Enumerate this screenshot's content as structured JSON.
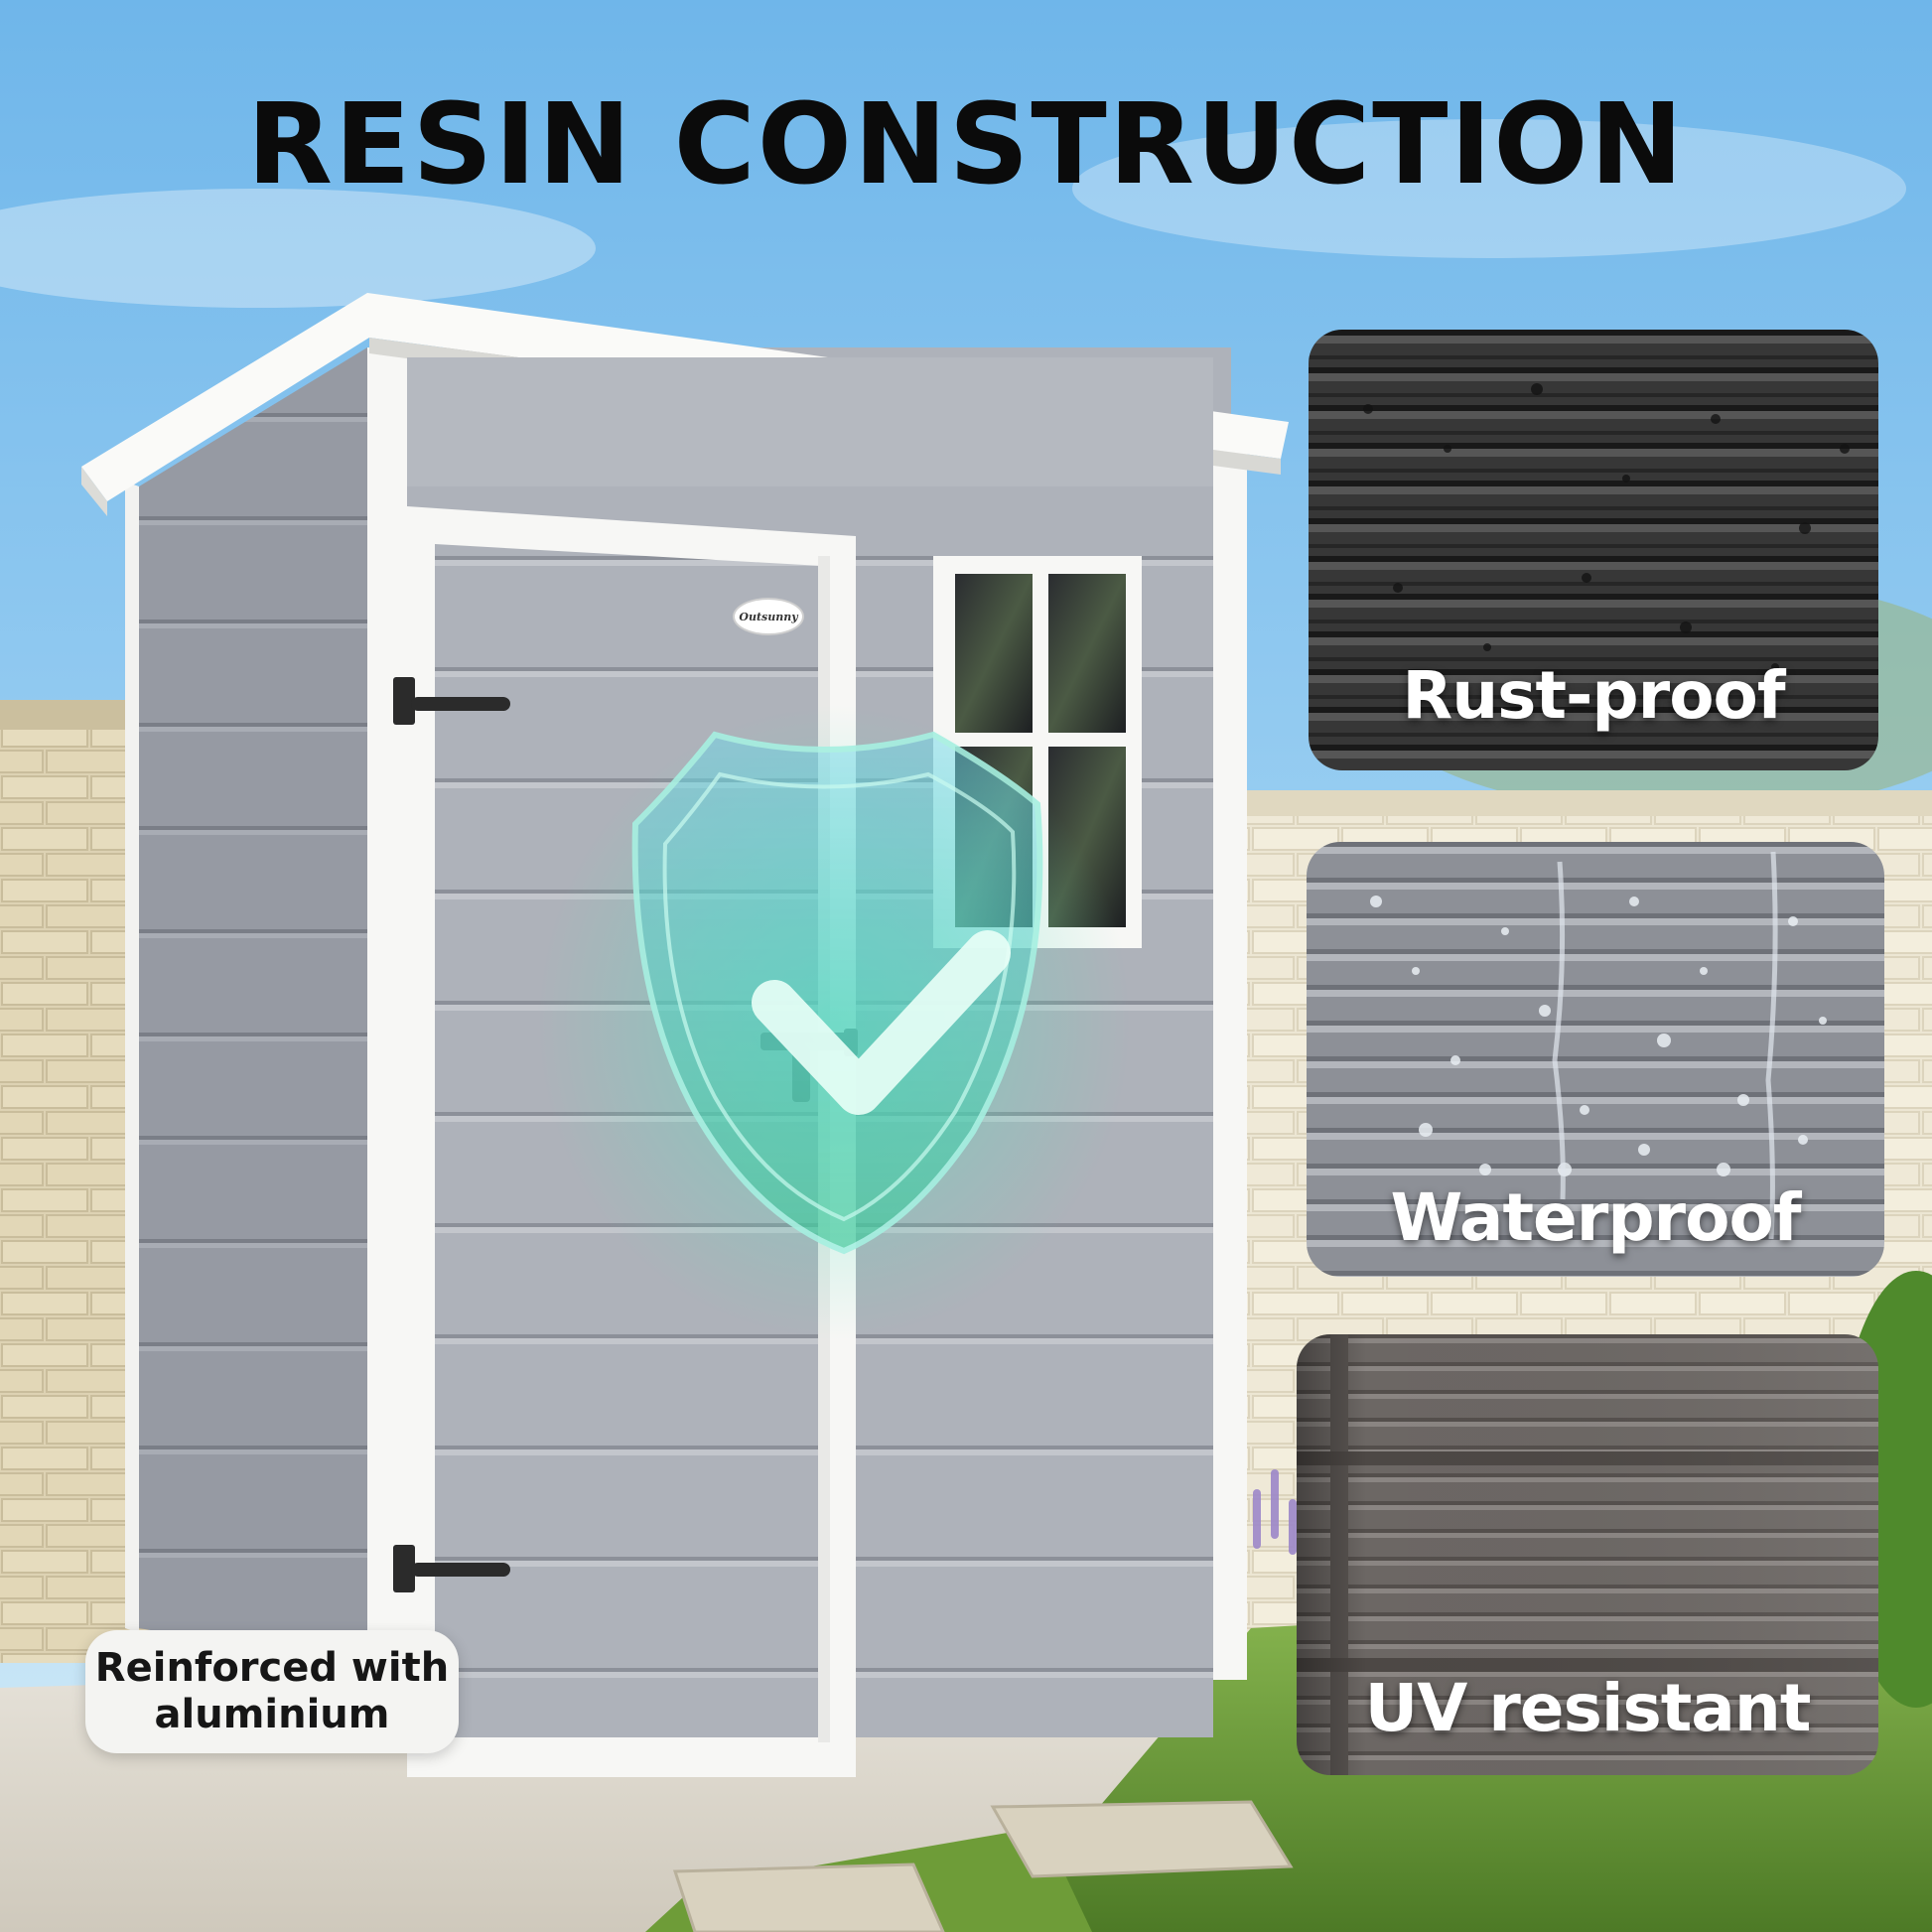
{
  "headline": "RESIN CONSTRUCTION",
  "features": [
    {
      "label": "Rust-proof",
      "icon": "rust-texture-swatch"
    },
    {
      "label": "Waterproof",
      "icon": "water-droplets-swatch"
    },
    {
      "label": "UV resistant",
      "icon": "uv-texture-swatch"
    }
  ],
  "badge": {
    "line1": "Reinforced with",
    "line2": "aluminium"
  },
  "brand_logo": "Outsunny",
  "shield_icon": "shield-check-icon",
  "colors": {
    "sky": "#8ec6ee",
    "shed_panel": "#a9adb6",
    "shed_trim": "#f7f7f5",
    "shield_tint": "#4fd4b6",
    "grass": "#6a9b3a"
  }
}
